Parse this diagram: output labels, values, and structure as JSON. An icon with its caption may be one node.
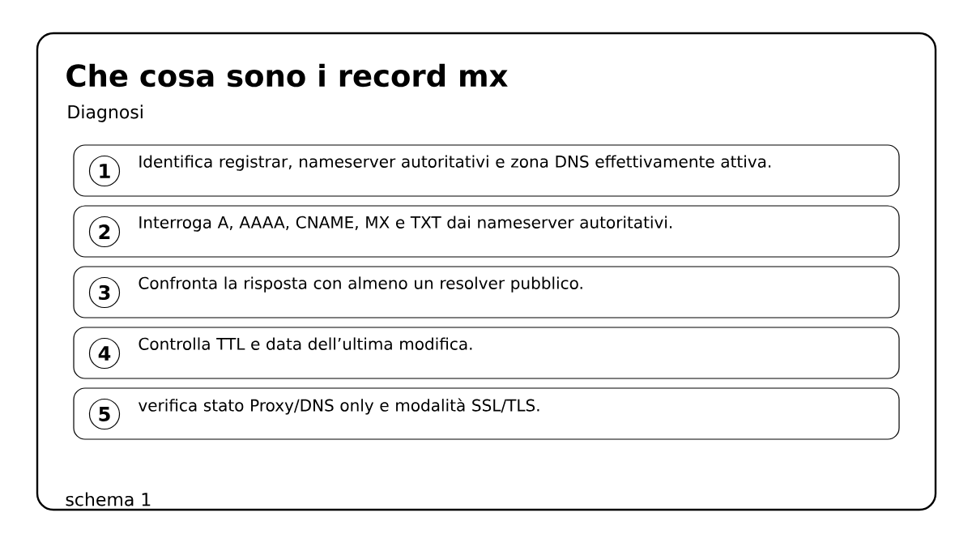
{
  "diagram": {
    "title": "Che cosa sono i record mx",
    "nodes": [
      {
        "text": [
          "Identifica registrar, nameserver autoritativi e zona DNS effettivamente attiva."
        ]
      },
      {
        "text": [
          "1"
        ],
        "in": 0
      },
      {
        "text": [
          "Interroga A, AAAA, CNAME, MX e TXT dai nameserver autoritativi."
        ]
      },
      {
        "text": [
          "2"
        ],
        "in": 2
      },
      {
        "text": [
          "Confronta la risposta con almeno un resolver pubblico."
        ]
      },
      {
        "text": [
          "3"
        ],
        "in": 4
      },
      {
        "text": [
          "Controlla TTL e data dell’ultima modifica."
        ]
      },
      {
        "text": [
          "4"
        ],
        "in": 6
      },
      {
        "text": [
          "verifica stato Proxy/DNS only e modalità SSL/TLS."
        ]
      },
      {
        "text": [
          "5"
        ],
        "in": 8
      }
    ],
    "labels": [
      "Diagnosi",
      "schema 1"
    ]
  }
}
